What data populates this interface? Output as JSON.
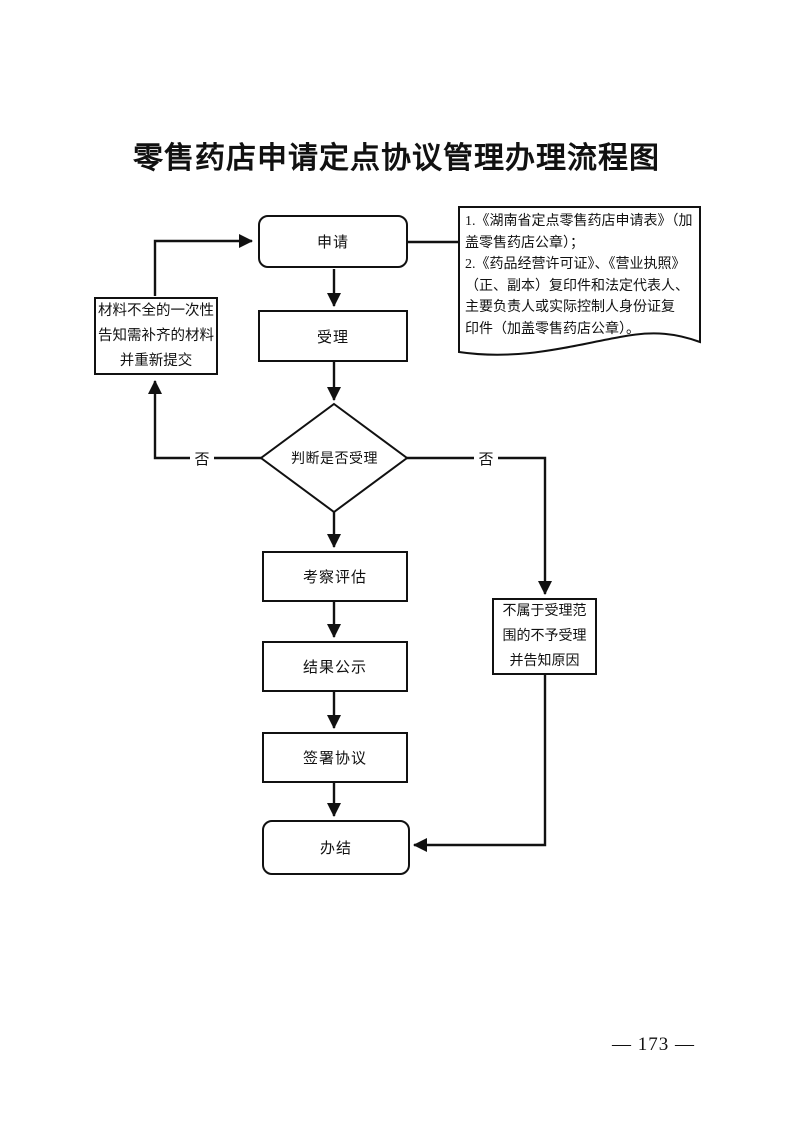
{
  "page": {
    "title": "零售药店申请定点协议管理办理流程图",
    "page_number": "— 173 —"
  },
  "nodes": {
    "apply": "申请",
    "accept": "受理",
    "decision": "判断是否受理",
    "evaluate": "考察评估",
    "publicity": "结果公示",
    "sign": "签署协议",
    "complete": "办结"
  },
  "branches": {
    "no_left": "否",
    "no_right": "否"
  },
  "resubmit": {
    "lines": [
      "材料不全的一次性",
      "告知需补齐的材料",
      "并重新提交"
    ]
  },
  "reject": {
    "lines": [
      "不属于受理范",
      "围的不予受理",
      "并告知原因"
    ]
  },
  "materials_note": {
    "lines": [
      "1.《湖南省定点零售药店申请表》（加",
      "盖零售药店公章）；",
      "2.《药品经营许可证》、《营业执照》",
      "（正、副本）复印件和法定代表人、",
      "主要负责人或实际控制人身份证复",
      "印件（加盖零售药店公章）。"
    ]
  },
  "colors": {
    "line": "#111111",
    "text": "#111111",
    "background": "#ffffff"
  }
}
